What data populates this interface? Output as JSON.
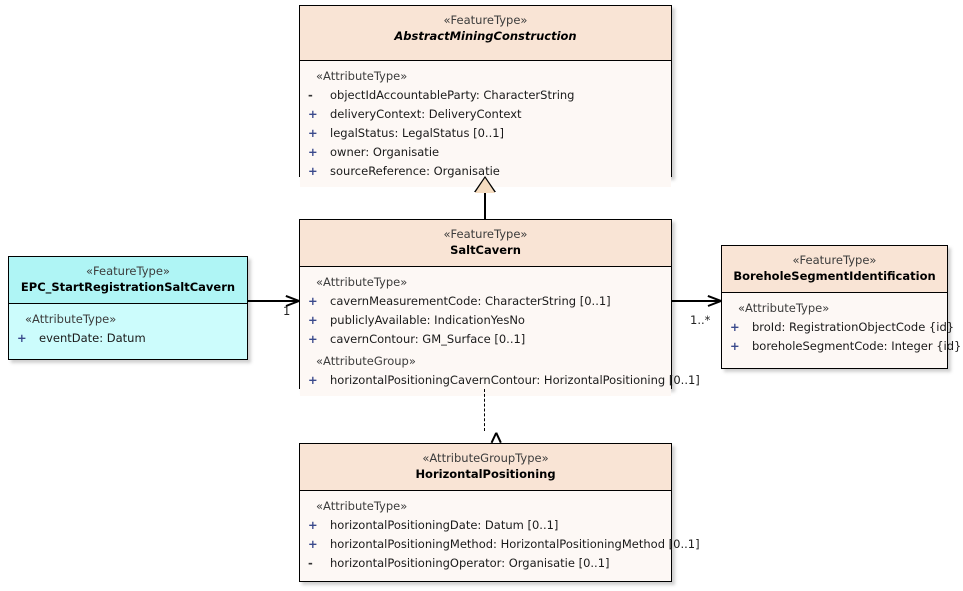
{
  "diagram": {
    "type": "uml-class-diagram",
    "background": "#ffffff",
    "colors": {
      "featuretype_header": "#f9e4d5",
      "featuretype_body": "#fdf8f5",
      "event_header": "#aff5f5",
      "event_body": "#ccfcfc",
      "border": "#000000",
      "visibility_public": "#3a4a8c",
      "generalization_fill": "#f5dcc0"
    }
  },
  "classes": [
    {
      "id": "abstract-mining-construction",
      "stereotype": "«FeatureType»",
      "name": "AbstractMiningConstruction",
      "abstract": true,
      "style": "featuretype",
      "compartments": [
        {
          "group_label": "«AttributeType»",
          "attributes": [
            {
              "visibility": "-",
              "text": "objectIdAccountableParty: CharacterString"
            },
            {
              "visibility": "+",
              "text": "deliveryContext: DeliveryContext"
            },
            {
              "visibility": "+",
              "text": "legalStatus: LegalStatus [0..1]"
            },
            {
              "visibility": "+",
              "text": "owner: Organisatie"
            },
            {
              "visibility": "+",
              "text": "sourceReference: Organisatie"
            }
          ]
        }
      ]
    },
    {
      "id": "salt-cavern",
      "stereotype": "«FeatureType»",
      "name": "SaltCavern",
      "abstract": false,
      "style": "featuretype",
      "compartments": [
        {
          "group_label": "«AttributeType»",
          "attributes": [
            {
              "visibility": "+",
              "text": "cavernMeasurementCode: CharacterString [0..1]"
            },
            {
              "visibility": "+",
              "text": "publiclyAvailable: IndicationYesNo"
            },
            {
              "visibility": "+",
              "text": "cavernContour: GM_Surface [0..1]"
            }
          ]
        },
        {
          "group_label": "«AttributeGroup»",
          "attributes": [
            {
              "visibility": "+",
              "text": "horizontalPositioningCavernContour: HorizontalPositioning [0..1]"
            }
          ]
        }
      ]
    },
    {
      "id": "epc-start-registration-salt-cavern",
      "stereotype": "«FeatureType»",
      "name": "EPC_StartRegistrationSaltCavern",
      "abstract": false,
      "style": "event",
      "compartments": [
        {
          "group_label": "«AttributeType»",
          "attributes": [
            {
              "visibility": "+",
              "text": "eventDate: Datum"
            }
          ]
        }
      ]
    },
    {
      "id": "borehole-segment-identification",
      "stereotype": "«FeatureType»",
      "name": "BoreholeSegmentIdentification",
      "abstract": false,
      "style": "featuretype",
      "compartments": [
        {
          "group_label": "«AttributeType»",
          "attributes": [
            {
              "visibility": "+",
              "text": "broId: RegistrationObjectCode {id}"
            },
            {
              "visibility": "+",
              "text": "boreholeSegmentCode: Integer {id}"
            }
          ]
        }
      ]
    },
    {
      "id": "horizontal-positioning",
      "stereotype": "«AttributeGroupType»",
      "name": "HorizontalPositioning",
      "abstract": false,
      "style": "featuretype",
      "compartments": [
        {
          "group_label": "«AttributeType»",
          "attributes": [
            {
              "visibility": "+",
              "text": "horizontalPositioningDate: Datum [0..1]"
            },
            {
              "visibility": "+",
              "text": "horizontalPositioningMethod: HorizontalPositioningMethod [0..1]"
            },
            {
              "visibility": "-",
              "text": "horizontalPositioningOperator: Organisatie [0..1]"
            }
          ]
        }
      ]
    }
  ],
  "relationships": [
    {
      "id": "generalization-saltcavern-to-abstract",
      "kind": "generalization",
      "from": "salt-cavern",
      "to": "abstract-mining-construction",
      "source_multiplicity": "",
      "target_multiplicity": ""
    },
    {
      "id": "association-epc-to-saltcavern",
      "kind": "association",
      "from": "epc-start-registration-salt-cavern",
      "to": "salt-cavern",
      "source_multiplicity": "",
      "target_multiplicity": "1"
    },
    {
      "id": "association-saltcavern-to-borehole",
      "kind": "association",
      "from": "salt-cavern",
      "to": "borehole-segment-identification",
      "source_multiplicity": "",
      "target_multiplicity": "1..*"
    },
    {
      "id": "dependency-saltcavern-to-horizontalpositioning",
      "kind": "dependency",
      "from": "salt-cavern",
      "to": "horizontal-positioning",
      "source_multiplicity": "",
      "target_multiplicity": ""
    }
  ],
  "multiplicity_labels": {
    "epc_to_saltcavern": "1",
    "saltcavern_to_borehole": "1..*"
  }
}
